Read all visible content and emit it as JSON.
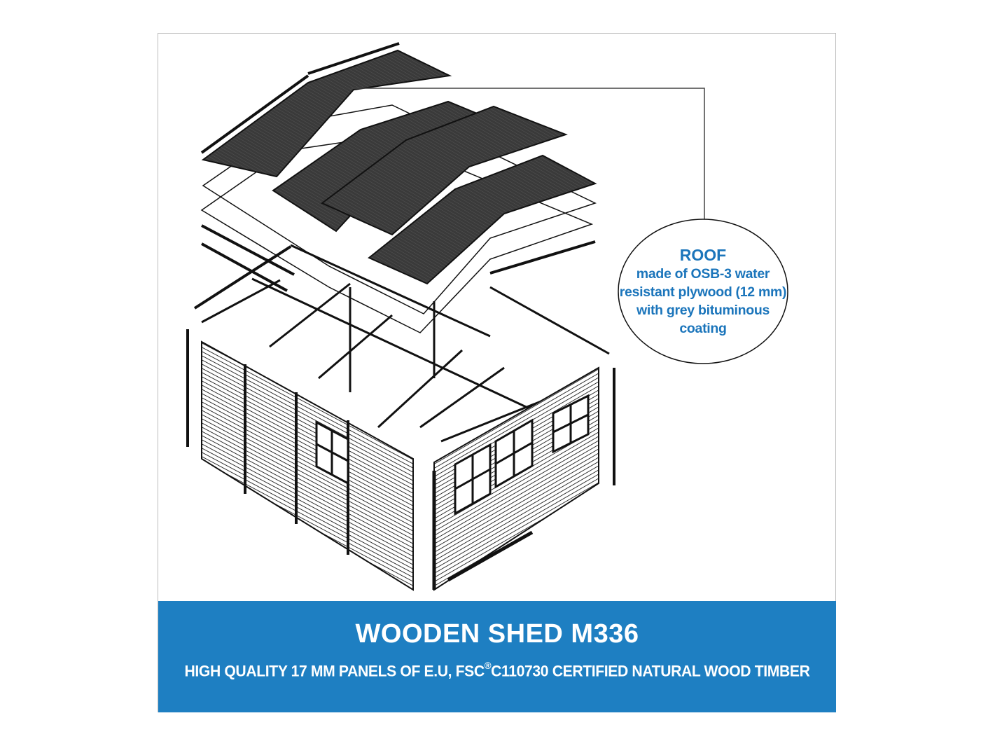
{
  "callout": {
    "title": "ROOF",
    "lines": [
      "made of OSB-3 water",
      "resistant plywood (12 mm)",
      "with grey bituminous",
      "coating"
    ]
  },
  "banner": {
    "title": "WOODEN SHED M336",
    "subtitle_part1": "HIGH QUALITY 17 MM PANELS OF E.U, FSC",
    "subtitle_registered": "®",
    "subtitle_part2": "C110730 CERTIFIED NATURAL WOOD TIMBER"
  },
  "colors": {
    "accent": "#1e7fc2",
    "callout_text": "#1b75bb",
    "roof": "#333333"
  }
}
